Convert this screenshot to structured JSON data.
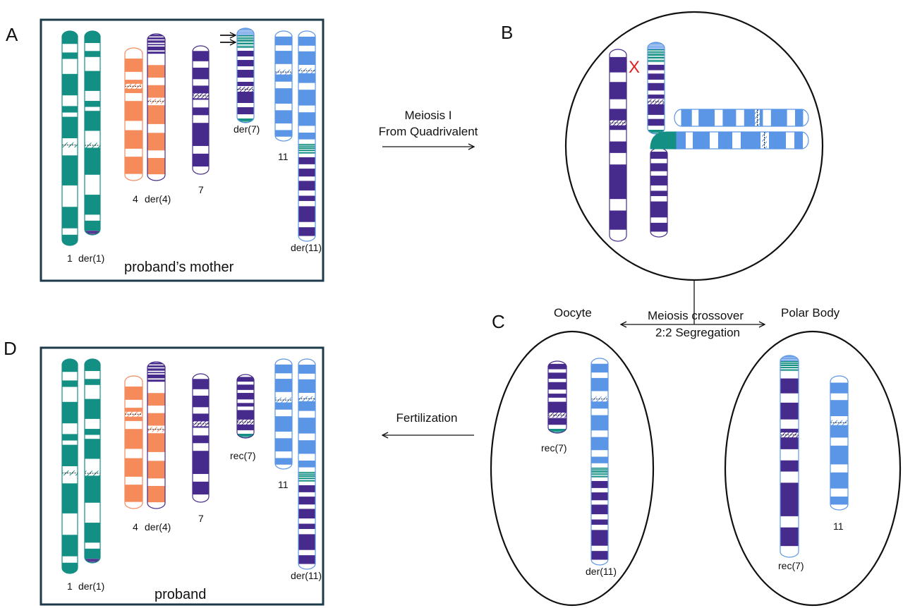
{
  "panels": {
    "a": {
      "letter": "A",
      "caption": "proband’s mother"
    },
    "b": {
      "letter": "B"
    },
    "c": {
      "letter": "C",
      "oocyte": "Oocyte",
      "polar_body": "Polar Body"
    },
    "d": {
      "letter": "D",
      "caption": "proband"
    }
  },
  "arrows": {
    "meiosis_line1": "Meiosis I",
    "meiosis_line2": "From Quadrivalent",
    "crossover_line1": "Meiosis crossover",
    "crossover_line2": "2:2 Segregation",
    "fertilization": "Fertilization"
  },
  "labels": {
    "chr1": "1",
    "der1": "der(1)",
    "chr4": "4",
    "der4": "der(4)",
    "chr7": "7",
    "der7": "der(7)",
    "chr11": "11",
    "der11": "der(11)",
    "rec7": "rec(7)",
    "crossover_mark": "X"
  },
  "colors": {
    "chr1": "#148f84",
    "chr4": "#f58a5b",
    "chr7": "#472b8c",
    "chr11": "#5b96e6",
    "frame": "#1c3a4a",
    "crossover": "#e02020"
  }
}
